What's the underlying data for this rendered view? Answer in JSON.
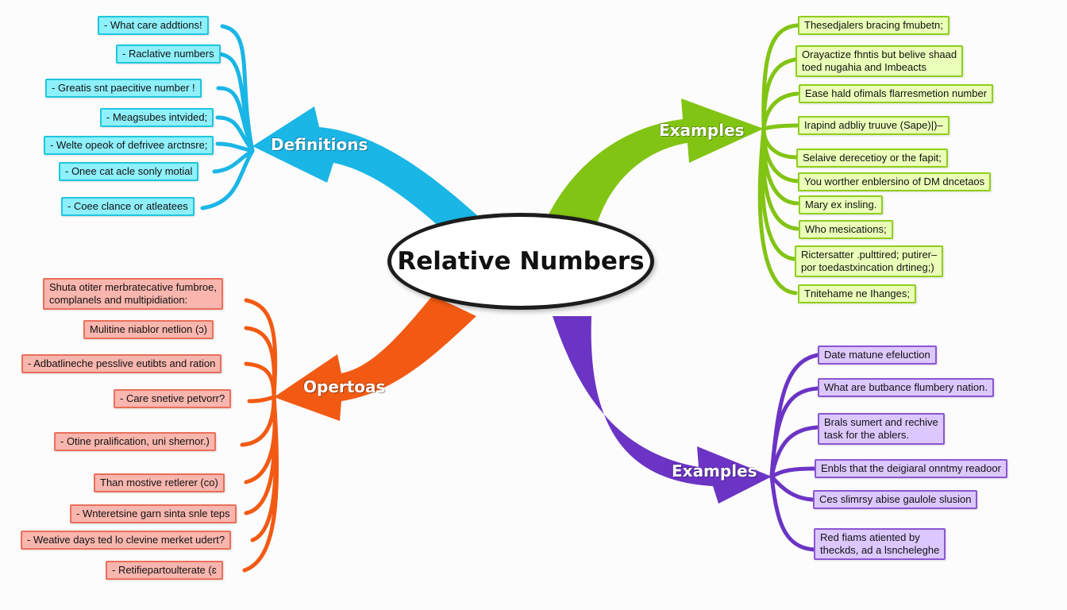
{
  "center": {
    "title": "Relative Numbers"
  },
  "colors": {
    "definitions": "#19b6e6",
    "examples_green": "#82c414",
    "operations": "#f25a13",
    "examples_purple": "#6b34c4"
  },
  "branches": {
    "definitions": {
      "label": "Definitions",
      "items": [
        "- What care addtions!",
        "- Raclative numbers",
        "- Greatis snt paecitive number !",
        "- Meagsubes intvided;",
        "- Welte opeok of defrivee arctnsre;",
        "- Onee cat acle sonly motial",
        "- Coee clance or atleatees"
      ]
    },
    "examples_green": {
      "label": "Examples",
      "items": [
        "Thesedjalers bracing fmubetn;",
        "Orayactize fhntis but belive shaad\ntoed nugahia and Imbeacts",
        "Ease hald ofimals flarresmetion number",
        "Irapind adbliy truuve (Sape)|)–",
        "Selaive derecetioy or the fapit;",
        "You worther enblersino of DM dncetaos",
        "Mary ex insling.",
        "Who mesications;",
        "Rictersatter .pulttired; putirer–\npor toedastxincation drtineg;)",
        "Tnitehame ne Ihanges;"
      ]
    },
    "operations": {
      "label": "Opertoas",
      "items": [
        "Shuta otiter merbratecative fumbroe,\ncomplanels and multipidiation:",
        "Mulitine niablor netlion (ɔ)",
        "- Adbatlineche pesslive eutibts and ration",
        "- Care snetive petvorr?",
        "- Otine pralification, uni shernor.)",
        "Than mostive retlerer (co)",
        "- Wnteretsine garn sinta snle teps",
        "- Weative days ted lo clevine merket udert?",
        "- Retifiepartoulterate (ɛ"
      ]
    },
    "examples_purple": {
      "label": "Examples",
      "items": [
        "Date matune efeluction",
        "What are butbance flumbery nation.",
        "Brals sumert and rechive\ntask for the ablers.",
        "Enbls that the deigiaral onntmy readoor",
        "Ces slimrsy abise gaulole slusion",
        "Red fiams atiented by\ntheckds, ad a lsncheleghe"
      ]
    }
  }
}
